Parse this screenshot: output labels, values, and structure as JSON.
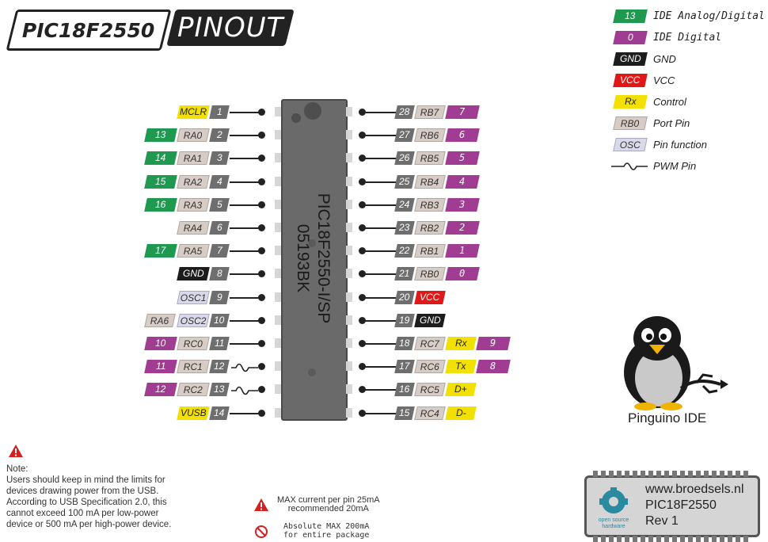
{
  "title": {
    "part": "PIC18F2550",
    "label": "PINOUT"
  },
  "chip": {
    "line1": "PIC18F2550-I/SP",
    "line2": "05193BK"
  },
  "left_pins": [
    {
      "num": "1",
      "port": "MCLR",
      "port_style": "ctl",
      "ide": "",
      "ide_style": ""
    },
    {
      "num": "2",
      "port": "RA0",
      "port_style": "port",
      "ide": "13",
      "ide_style": "ide-a"
    },
    {
      "num": "3",
      "port": "RA1",
      "port_style": "port",
      "ide": "14",
      "ide_style": "ide-a"
    },
    {
      "num": "4",
      "port": "RA2",
      "port_style": "port",
      "ide": "15",
      "ide_style": "ide-a"
    },
    {
      "num": "5",
      "port": "RA3",
      "port_style": "port",
      "ide": "16",
      "ide_style": "ide-a"
    },
    {
      "num": "6",
      "port": "RA4",
      "port_style": "port",
      "ide": "",
      "ide_style": ""
    },
    {
      "num": "7",
      "port": "RA5",
      "port_style": "port",
      "ide": "17",
      "ide_style": "ide-a"
    },
    {
      "num": "8",
      "port": "GND",
      "port_style": "gnd",
      "ide": "",
      "ide_style": ""
    },
    {
      "num": "9",
      "port": "OSC1",
      "port_style": "osc",
      "ide": "",
      "ide_style": ""
    },
    {
      "num": "10",
      "port": "OSC2",
      "port_style": "osc",
      "ide": "RA6",
      "ide_style": "port"
    },
    {
      "num": "11",
      "port": "RC0",
      "port_style": "port",
      "ide": "10",
      "ide_style": "ide-d"
    },
    {
      "num": "12",
      "port": "RC1",
      "port_style": "port",
      "ide": "11",
      "ide_style": "ide-d",
      "pwm": true
    },
    {
      "num": "13",
      "port": "RC2",
      "port_style": "port",
      "ide": "12",
      "ide_style": "ide-d",
      "pwm": true
    },
    {
      "num": "14",
      "port": "VUSB",
      "port_style": "ctl",
      "ide": "",
      "ide_style": ""
    }
  ],
  "right_pins": [
    {
      "num": "28",
      "port": "RB7",
      "port_style": "port",
      "fn": "",
      "ide": "7"
    },
    {
      "num": "27",
      "port": "RB6",
      "port_style": "port",
      "fn": "",
      "ide": "6"
    },
    {
      "num": "26",
      "port": "RB5",
      "port_style": "port",
      "fn": "",
      "ide": "5"
    },
    {
      "num": "25",
      "port": "RB4",
      "port_style": "port",
      "fn": "",
      "ide": "4"
    },
    {
      "num": "24",
      "port": "RB3",
      "port_style": "port",
      "fn": "",
      "ide": "3"
    },
    {
      "num": "23",
      "port": "RB2",
      "port_style": "port",
      "fn": "",
      "ide": "2"
    },
    {
      "num": "22",
      "port": "RB1",
      "port_style": "port",
      "fn": "",
      "ide": "1"
    },
    {
      "num": "21",
      "port": "RB0",
      "port_style": "port",
      "fn": "",
      "ide": "0"
    },
    {
      "num": "20",
      "port": "VCC",
      "port_style": "vcc",
      "fn": "",
      "ide": ""
    },
    {
      "num": "19",
      "port": "GND",
      "port_style": "gnd",
      "fn": "",
      "ide": ""
    },
    {
      "num": "18",
      "port": "RC7",
      "port_style": "port",
      "fn": "Rx",
      "ide": "9"
    },
    {
      "num": "17",
      "port": "RC6",
      "port_style": "port",
      "fn": "Tx",
      "ide": "8"
    },
    {
      "num": "16",
      "port": "RC5",
      "port_style": "port",
      "fn": "D+",
      "ide": ""
    },
    {
      "num": "15",
      "port": "RC4",
      "port_style": "port",
      "fn": "D-",
      "ide": ""
    }
  ],
  "legend": [
    {
      "badge": "13",
      "style": "ide-a",
      "text": "IDE Analog/Digital",
      "mono": true
    },
    {
      "badge": "0",
      "style": "ide-d",
      "text": "IDE Digital",
      "mono": true
    },
    {
      "badge": "GND",
      "style": "gnd",
      "text": "GND"
    },
    {
      "badge": "VCC",
      "style": "vcc",
      "text": "VCC"
    },
    {
      "badge": "Rx",
      "style": "ctl",
      "text": "Control"
    },
    {
      "badge": "RB0",
      "style": "port",
      "text": "Port Pin"
    },
    {
      "badge": "OSC",
      "style": "osc",
      "text": "Pin function"
    },
    {
      "badge": "",
      "style": "pwm",
      "text": "PWM Pin"
    }
  ],
  "mascot_label": "Pinguino IDE",
  "note": {
    "heading": "Note:",
    "lines": [
      "Users should keep in mind the limits for",
      "devices drawing power from the USB.",
      "According to USB Specification 2.0, this",
      "cannot exceed 100 mA per low-power",
      "device or 500 mA per high-power device."
    ]
  },
  "current_warning": {
    "line1": "MAX current per pin 25mA",
    "line2": "recommended 20mA"
  },
  "absolute_warning": {
    "line1": "Absolute MAX 200mA",
    "line2": "for entire package"
  },
  "badge": {
    "url": "www.broedsels.nl",
    "chip": "PIC18F2550",
    "rev": "Rev 1",
    "osh_line1": "open source",
    "osh_line2": "hardware"
  },
  "colors": {
    "ide_analog": "#1f9950",
    "ide_digital": "#a03c92",
    "gnd": "#1d1d1d",
    "vcc": "#e01818",
    "control": "#f2e000",
    "port": "#d7ccc6",
    "osc": "#d9d9ea",
    "osh": "#2a8aa0"
  }
}
